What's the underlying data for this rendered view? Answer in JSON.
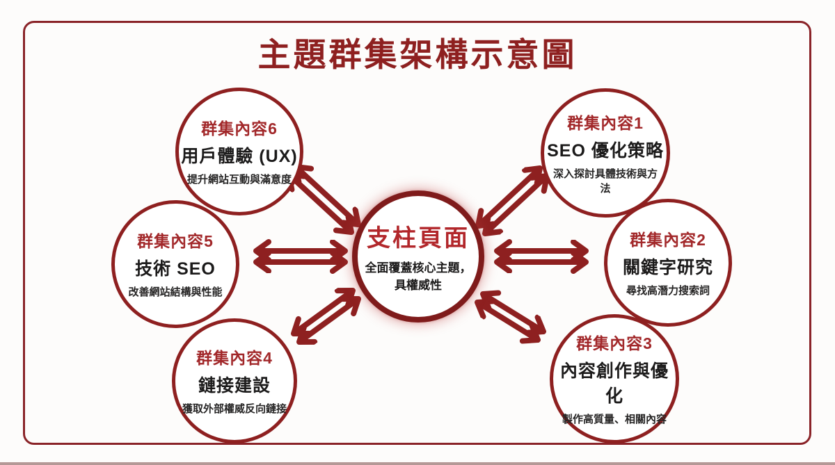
{
  "title": "主題群集架構示意圖",
  "colors": {
    "primary_dark_red": "#8e2020",
    "frame_border_red": "#8a2328",
    "cluster_label_red": "#a2282a",
    "center_title_red": "#b2272b",
    "text_black": "#1c1b1b",
    "background": "#fdfcfb"
  },
  "center": {
    "title": "支柱頁面",
    "desc_lines": [
      "全面覆蓋核心主題，",
      "具權威性"
    ]
  },
  "clusters": [
    {
      "label": "群集內容1",
      "title": "SEO 優化策略",
      "desc": "深入探討具體技術與方法",
      "position": "top-right"
    },
    {
      "label": "群集內容2",
      "title": "關鍵字研究",
      "desc": "尋找高潛力搜索詞",
      "position": "right"
    },
    {
      "label": "群集內容3",
      "title": "內容創作與優化",
      "desc": "製作高質量、相關內容",
      "position": "bottom-right"
    },
    {
      "label": "群集內容4",
      "title": "鏈接建設",
      "desc": "獲取外部權威反向鏈接",
      "position": "bottom-left"
    },
    {
      "label": "群集內容5",
      "title": "技術 SEO",
      "desc": "改善網站結構與性能",
      "position": "left"
    },
    {
      "label": "群集內容6",
      "title": "用戶體驗 (UX)",
      "desc": "提升網站互動與滿意度",
      "position": "top-left"
    }
  ],
  "connections": [
    {
      "from": "支柱頁面",
      "to": "群集內容1",
      "style": "double-headed-arrow"
    },
    {
      "from": "支柱頁面",
      "to": "群集內容2",
      "style": "double-headed-arrow"
    },
    {
      "from": "支柱頁面",
      "to": "群集內容3",
      "style": "double-headed-arrow"
    },
    {
      "from": "支柱頁面",
      "to": "群集內容4",
      "style": "double-headed-arrow"
    },
    {
      "from": "支柱頁面",
      "to": "群集內容5",
      "style": "double-headed-arrow"
    },
    {
      "from": "支柱頁面",
      "to": "群集內容6",
      "style": "double-headed-arrow"
    }
  ]
}
